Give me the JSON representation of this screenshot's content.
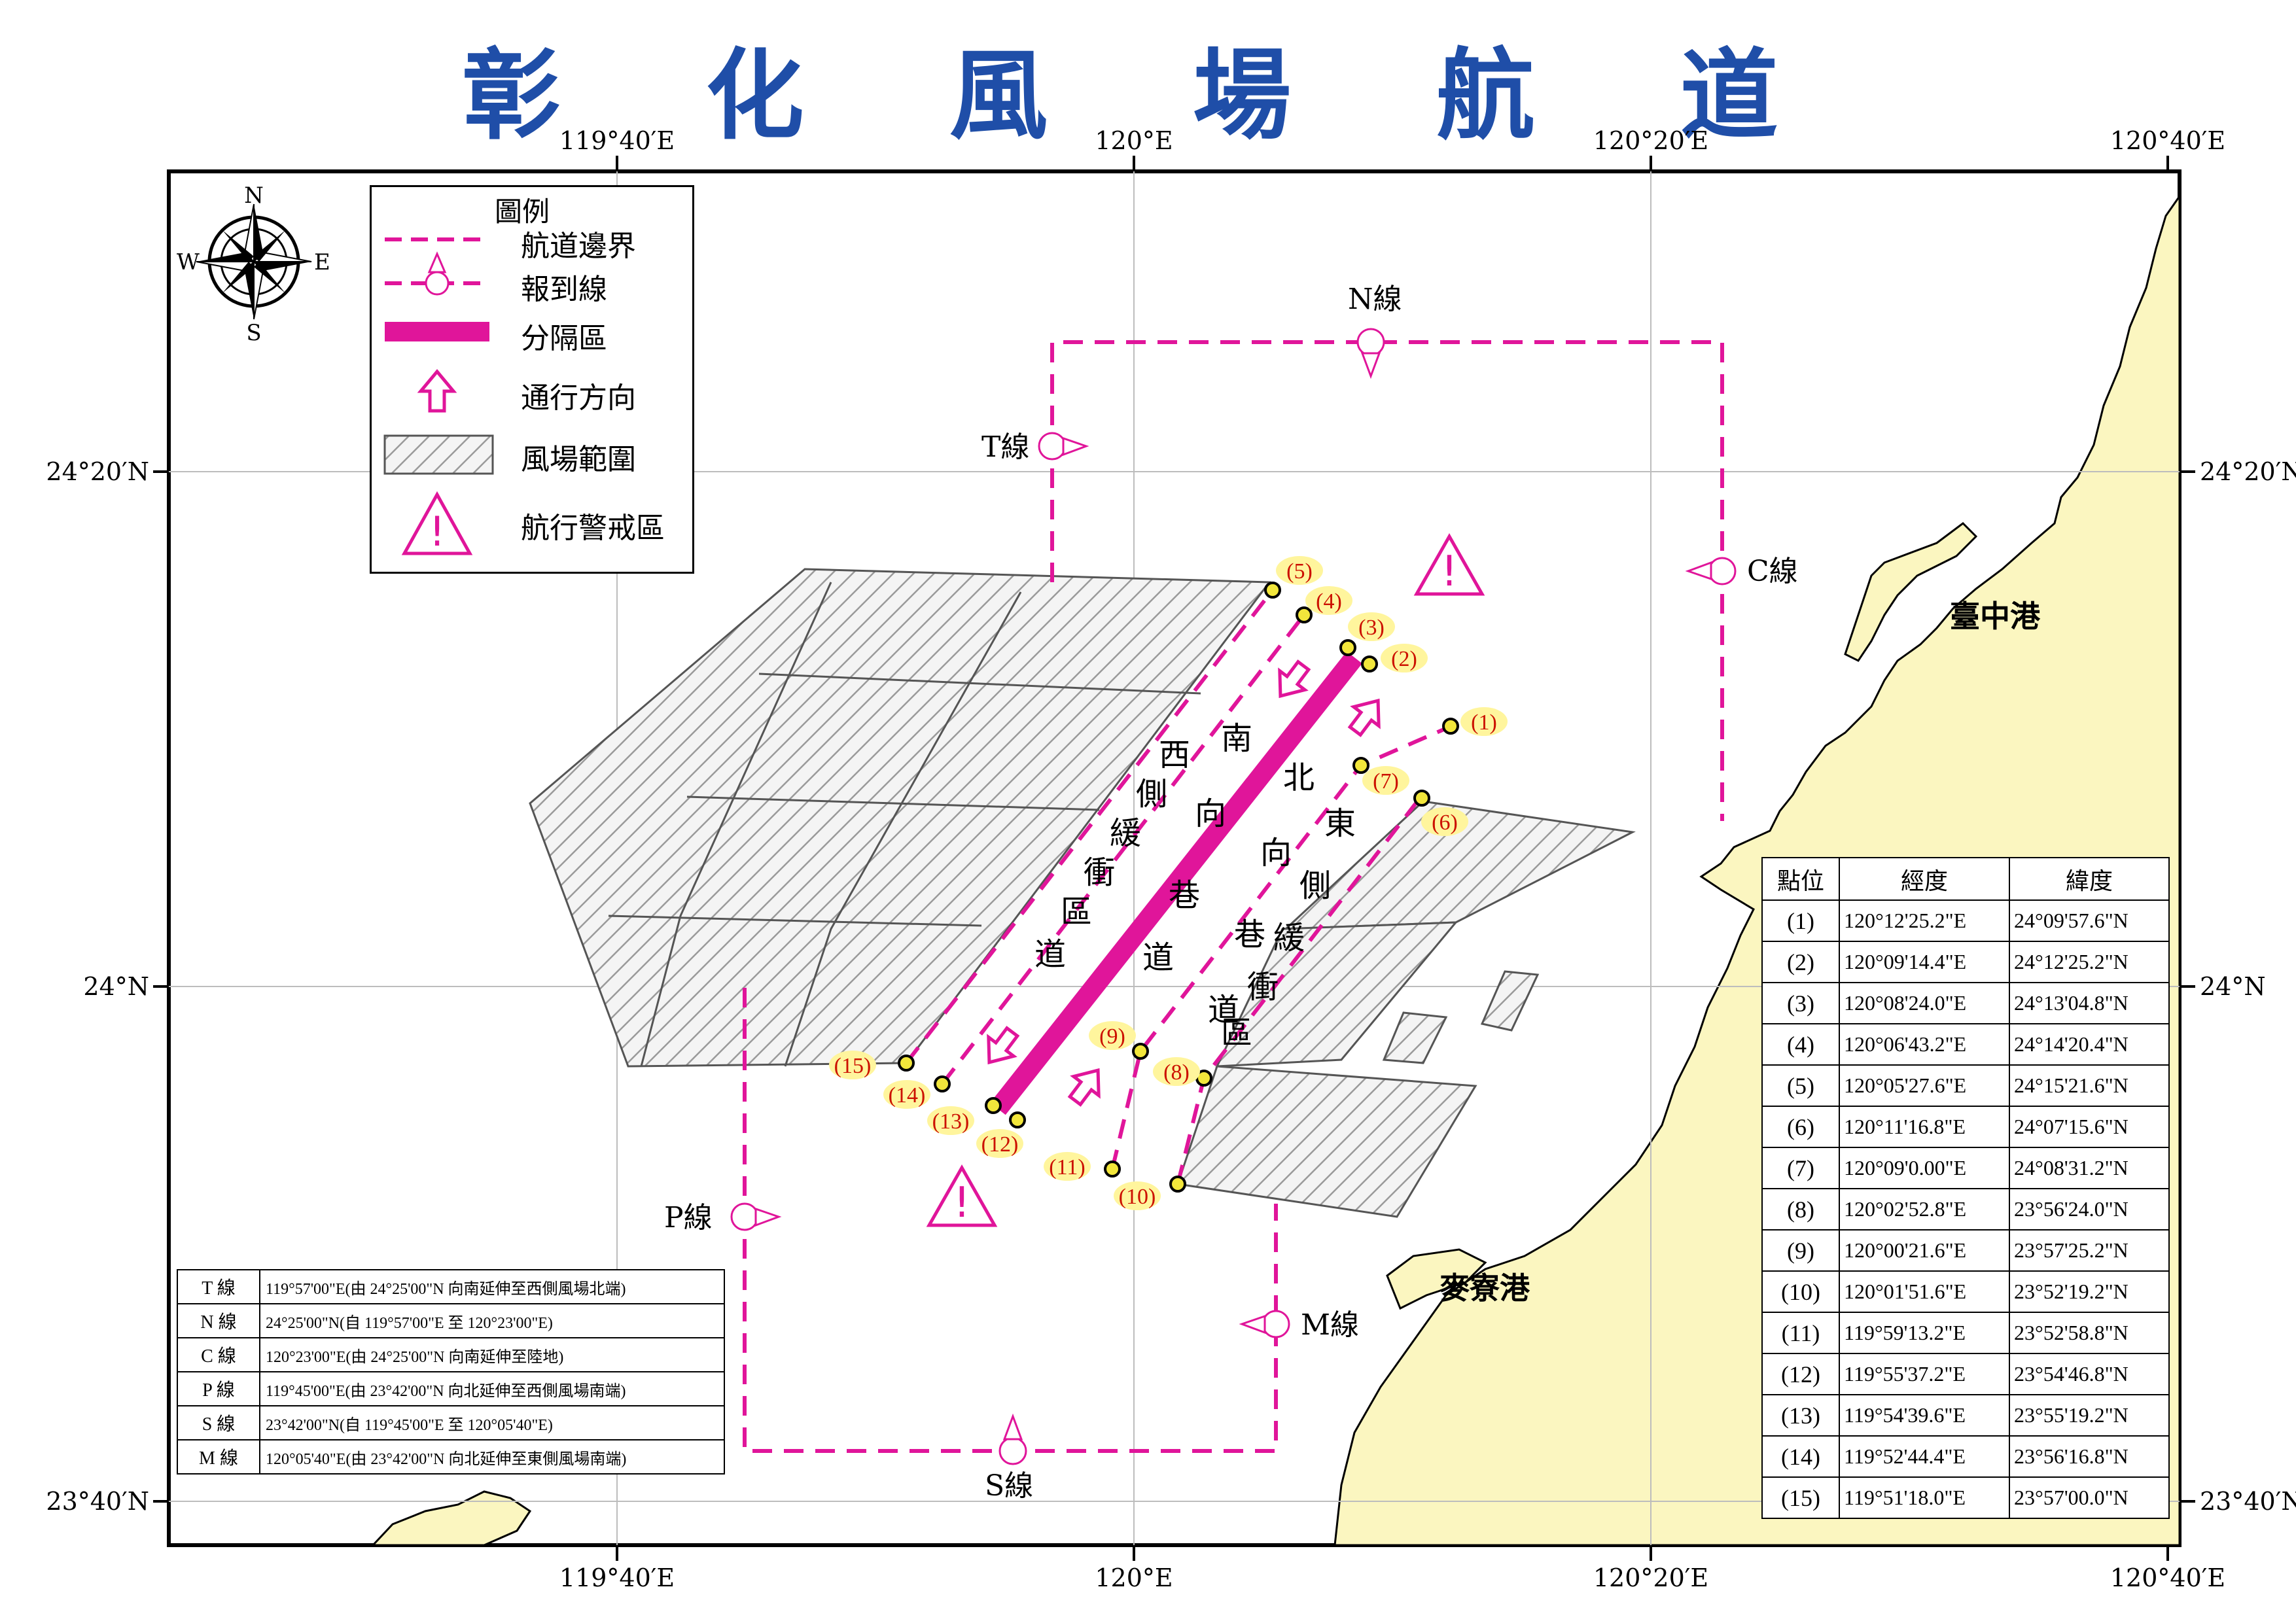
{
  "title": "彰 化 風 場 航 道",
  "axes": {
    "top_lon": [
      "119°40′E",
      "120°E",
      "120°20′E",
      "120°40′E"
    ],
    "bottom_lon": [
      "119°40′E",
      "120°E",
      "120°20′E",
      "120°40′E"
    ],
    "left_lat": [
      "24°20′N",
      "24°N",
      "23°40′N"
    ],
    "right_lat": [
      "24°20′N",
      "24°N",
      "23°40′N"
    ]
  },
  "compass": {
    "n": "N",
    "s": "S",
    "e": "E",
    "w": "W"
  },
  "legend": {
    "title": "圖例",
    "items": [
      "航道邊界",
      "報到線",
      "分隔區",
      "通行方向",
      "風場範圍",
      "航行警戒區"
    ]
  },
  "report_lines": {
    "n": "N線",
    "t": "T線",
    "c": "C線",
    "p": "P線",
    "s": "S線",
    "m": "M線"
  },
  "ports": {
    "taichung": "臺中港",
    "mailiao": "麥寮港"
  },
  "lanes": {
    "west": [
      "西",
      "側",
      "緩",
      "衝",
      "區",
      "道"
    ],
    "southbound": [
      "南",
      "向",
      "巷",
      "道"
    ],
    "northbound": [
      "北",
      "向",
      "巷",
      "道"
    ],
    "east": [
      "東",
      "側",
      "緩",
      "衝",
      "區"
    ]
  },
  "point_labels": [
    "(1)",
    "(2)",
    "(3)",
    "(4)",
    "(5)",
    "(6)",
    "(7)",
    "(8)",
    "(9)",
    "(10)",
    "(11)",
    "(12)",
    "(13)",
    "(14)",
    "(15)"
  ],
  "coord_table": {
    "headers": [
      "點位",
      "經度",
      "緯度"
    ],
    "rows": [
      [
        "(1)",
        "120°12'25.2\"E",
        "24°09'57.6\"N"
      ],
      [
        "(2)",
        "120°09'14.4\"E",
        "24°12'25.2\"N"
      ],
      [
        "(3)",
        "120°08'24.0\"E",
        "24°13'04.8\"N"
      ],
      [
        "(4)",
        "120°06'43.2\"E",
        "24°14'20.4\"N"
      ],
      [
        "(5)",
        "120°05'27.6\"E",
        "24°15'21.6\"N"
      ],
      [
        "(6)",
        "120°11'16.8\"E",
        "24°07'15.6\"N"
      ],
      [
        "(7)",
        "120°09'0.00\"E",
        "24°08'31.2\"N"
      ],
      [
        "(8)",
        "120°02'52.8\"E",
        "23°56'24.0\"N"
      ],
      [
        "(9)",
        "120°00'21.6\"E",
        "23°57'25.2\"N"
      ],
      [
        "(10)",
        "120°01'51.6\"E",
        "23°52'19.2\"N"
      ],
      [
        "(11)",
        "119°59'13.2\"E",
        "23°52'58.8\"N"
      ],
      [
        "(12)",
        "119°55'37.2\"E",
        "23°54'46.8\"N"
      ],
      [
        "(13)",
        "119°54'39.6\"E",
        "23°55'19.2\"N"
      ],
      [
        "(14)",
        "119°52'44.4\"E",
        "23°56'16.8\"N"
      ],
      [
        "(15)",
        "119°51'18.0\"E",
        "23°57'00.0\"N"
      ]
    ]
  },
  "line_table": [
    [
      "T 線",
      "119°57'00\"E(由 24°25'00\"N 向南延伸至西側風場北端)"
    ],
    [
      "N 線",
      "24°25'00\"N(自 119°57'00\"E 至 120°23'00\"E)"
    ],
    [
      "C 線",
      "120°23'00\"E(由 24°25'00\"N 向南延伸至陸地)"
    ],
    [
      "P 線",
      "119°45'00\"E(由 23°42'00\"N 向北延伸至西側風場南端)"
    ],
    [
      "S 線",
      "23°42'00\"N(自 119°45'00\"E 至 120°05'40\"E)"
    ],
    [
      "M 線",
      "120°05'40\"E(由 23°42'00\"N 向北延伸至東側風場南端)"
    ]
  ],
  "colors": {
    "lane": "#e0159a",
    "title": "#1f4ea8",
    "land": "#fbf6c0",
    "label": "#cc1100",
    "marker": "#f2e63b",
    "hatch": "#9a9a9a"
  }
}
